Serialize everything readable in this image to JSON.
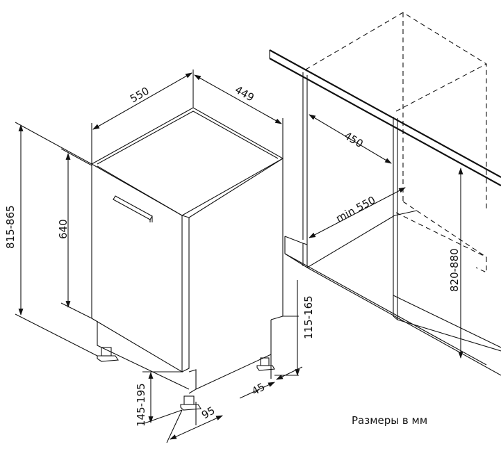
{
  "dimensions": {
    "depth_550": "550",
    "width_449": "449",
    "overall_height": "815-865",
    "door_height": "640",
    "niche_depth": "450",
    "niche_min_depth": "min 550",
    "niche_height": "820-880",
    "leg_height_front": "145-195",
    "plinth_offset": "95",
    "leg_height_rear": "115-165",
    "rear_offset": "45"
  },
  "note": "Размеры в мм"
}
